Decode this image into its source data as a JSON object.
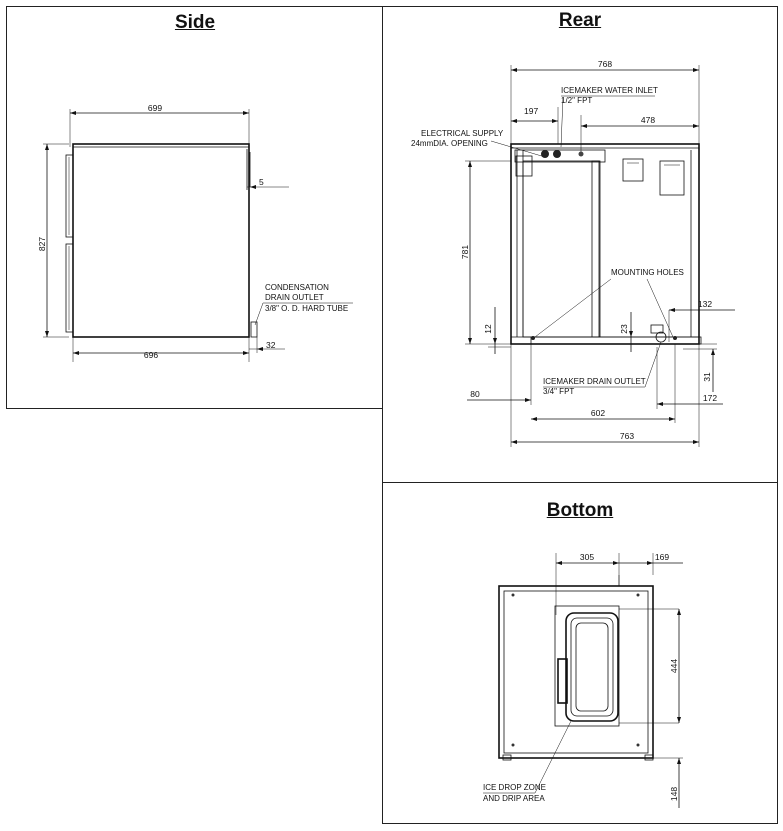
{
  "side": {
    "title": "Side",
    "dims": {
      "top": "699",
      "height": "827",
      "gap": "5",
      "base": "696",
      "drain": "32"
    },
    "note": {
      "line1": "CONDENSATION",
      "line2": "DRAIN OUTLET",
      "line3": "3/8\" O. D. HARD TUBE"
    }
  },
  "rear": {
    "title": "Rear",
    "dims": {
      "top": "768",
      "left": "197",
      "right": "478",
      "height": "781",
      "foot_left": "12",
      "foot_mid": "23",
      "right_off": "132",
      "drain_down": "31",
      "left_off": "80",
      "drain_right": "172",
      "mid": "602",
      "bottom": "763"
    },
    "notes": {
      "inlet1": "ICEMAKER WATER INLET",
      "inlet2": "1/2\" FPT",
      "supply1": "ELECTRICAL SUPPLY",
      "supply2": "24mmDIA. OPENING",
      "mounting": "MOUNTING HOLES",
      "drain1": "ICEMAKER DRAIN OUTLET",
      "drain2": "3/4\" FPT"
    }
  },
  "bottom": {
    "title": "Bottom",
    "dims": {
      "w305": "305",
      "w169": "169",
      "h444": "444",
      "h148": "148"
    },
    "note": {
      "line1": "ICE DROP ZONE",
      "line2": "AND DRIP AREA"
    }
  }
}
